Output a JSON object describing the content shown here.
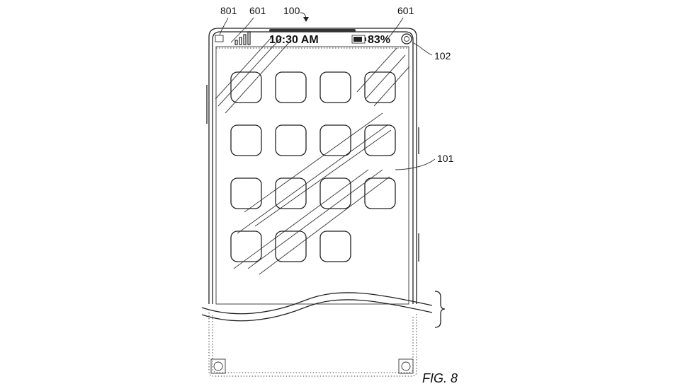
{
  "figure_label": "FIG. 8",
  "status_bar": {
    "time": "10:30 AM",
    "battery_percent": "83%",
    "signal_bars": 4
  },
  "reference_numerals": {
    "device": "100",
    "display": "101",
    "camera": "102",
    "cover_left": "601",
    "cover_right": "601",
    "sensor": "801"
  },
  "app_grid": {
    "rows": 4,
    "columns": 4,
    "icons_per_row": [
      4,
      4,
      4,
      3
    ]
  },
  "icons": {
    "signal": "signal-strength-icon",
    "battery": "battery-icon",
    "camera": "camera-icon",
    "sensor": "sensor-icon",
    "corner_buttons": "corner-button-icon"
  }
}
